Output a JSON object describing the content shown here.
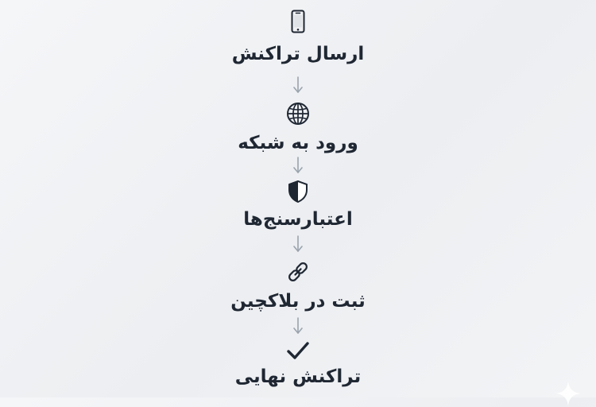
{
  "diagram": {
    "steps": [
      {
        "label": "ارسال تراکنش",
        "icon": "smartphone-icon"
      },
      {
        "label": "ورود به شبکه",
        "icon": "globe-icon"
      },
      {
        "label": "اعتبارسنج‌ها",
        "icon": "shield-icon"
      },
      {
        "label": "ثبت در بلاکچین",
        "icon": "link-icon"
      },
      {
        "label": "تراکنش نهایی",
        "icon": "checkmark-icon"
      }
    ],
    "connector_icon": "down-arrow-icon",
    "colors": {
      "text": "#1f2733",
      "icon": "#1f2733",
      "connector": "#9aa3ad",
      "background": "#eef0f3"
    }
  }
}
